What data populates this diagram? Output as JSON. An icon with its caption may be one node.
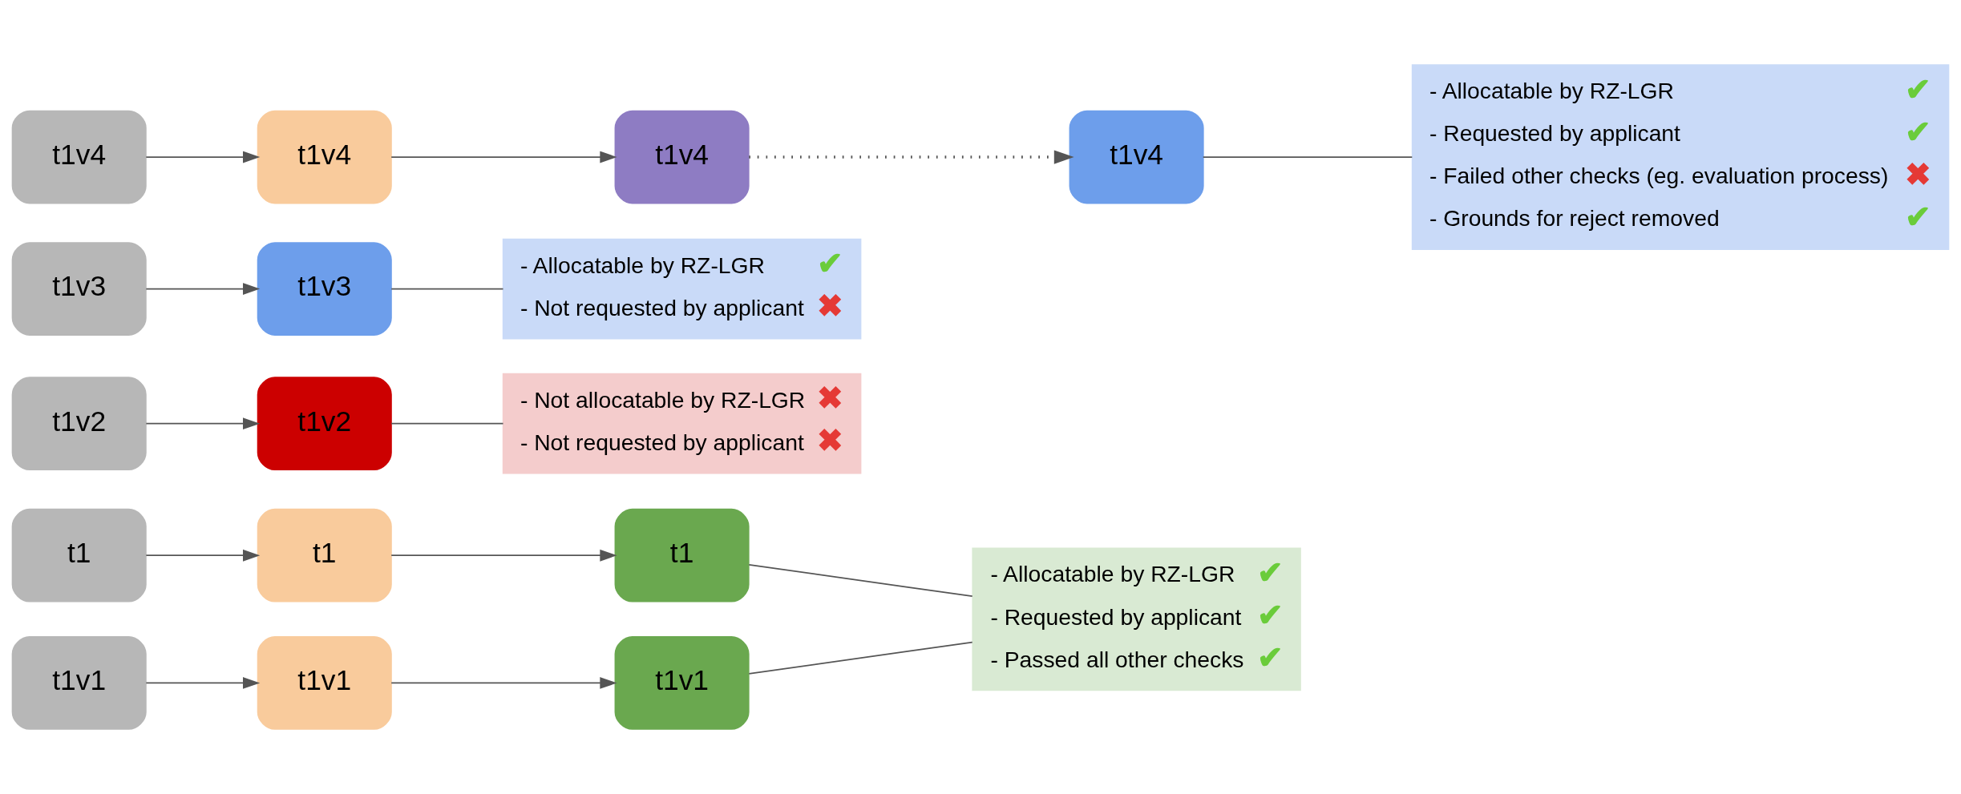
{
  "diagram": {
    "nodes": [
      {
        "text": [
          "t1"
        ]
      },
      {
        "text": [
          "t1"
        ]
      },
      {
        "text": [
          "t1"
        ]
      },
      {
        "text": [
          "- Allocatable by RZ-LGR",
          "✔",
          "- Requested by applicant",
          "✔",
          "- Passed all other checks",
          "✔"
        ]
      },
      {
        "text": [
          "t1v1"
        ]
      },
      {
        "text": [
          "t1v1"
        ]
      },
      {
        "text": [
          "t1v1"
        ]
      },
      {
        "text": [
          "t1v2"
        ]
      },
      {
        "text": [
          "t1v2"
        ]
      },
      {
        "text": [
          "- Not allocatable by RZ-LGR",
          "✖",
          "- Not requested by applicant",
          "✖"
        ]
      },
      {
        "text": [
          "t1v3"
        ]
      },
      {
        "text": [
          "t1v3"
        ]
      },
      {
        "text": [
          "- Allocatable by RZ-LGR",
          "✔",
          "- Not requested by applicant",
          "✖"
        ]
      },
      {
        "text": [
          "t1v4"
        ]
      },
      {
        "text": [
          "t1v4"
        ]
      },
      {
        "text": [
          "t1v4"
        ]
      },
      {
        "text": [
          "t1v4"
        ]
      },
      {
        "text": [
          "- Allocatable by RZ-LGR",
          "✔",
          "- Requested by applicant",
          "✔",
          "- Failed other checks (eg. evaluation process)",
          "✖",
          "- Grounds for reject removed",
          "✔"
        ]
      }
    ],
    "edges": [
      {
        "from": 0,
        "to": 1,
        "arrow": "to"
      },
      {
        "from": 1,
        "to": 2,
        "arrow": "to"
      },
      {
        "from": 2,
        "to": 3,
        "arrow": "none"
      },
      {
        "from": 4,
        "to": 5,
        "arrow": "to"
      },
      {
        "from": 5,
        "to": 6,
        "arrow": "to"
      },
      {
        "from": 6,
        "to": 3,
        "arrow": "none"
      },
      {
        "from": 7,
        "to": 8,
        "arrow": "to"
      },
      {
        "from": 8,
        "to": 9,
        "arrow": "none"
      },
      {
        "from": 10,
        "to": 11,
        "arrow": "to"
      },
      {
        "from": 11,
        "to": 12,
        "arrow": "none"
      },
      {
        "from": 13,
        "to": 14,
        "arrow": "to"
      },
      {
        "from": 14,
        "to": 15,
        "arrow": "to"
      },
      {
        "from": 15,
        "to": 16,
        "arrow": "to",
        "style": "dashed"
      },
      {
        "from": 16,
        "to": 17,
        "arrow": "none"
      }
    ]
  }
}
